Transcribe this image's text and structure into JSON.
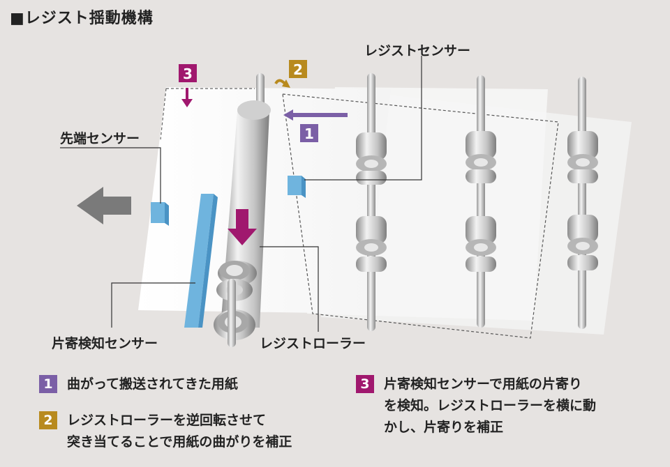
{
  "title": "■レジスト揺動機構",
  "colors": {
    "step1": "#7b5fa6",
    "step2": "#b88a1e",
    "step3": "#a0186e",
    "sensor": "#6fb4de",
    "background": "#e6e3e1"
  },
  "labels": {
    "regist_sensor": "レジストセンサー",
    "tip_sensor": "先端センサー",
    "skew_sensor": "片寄検知センサー",
    "regist_roller": "レジストローラー"
  },
  "steps": [
    {
      "num": "1",
      "text": "曲がって搬送されてきた用紙"
    },
    {
      "num": "2",
      "text": "レジストローラーを逆回転させて\n突き当てることで用紙の曲がりを補正"
    },
    {
      "num": "3",
      "text": "片寄検知センサーで用紙の片寄り\nを検知。レジストローラーを横に動\nかし、片寄りを補正"
    }
  ],
  "icons": [
    "paper-direction-arrow-icon",
    "reverse-rotation-arrow-icon",
    "shift-arrow-icon"
  ]
}
